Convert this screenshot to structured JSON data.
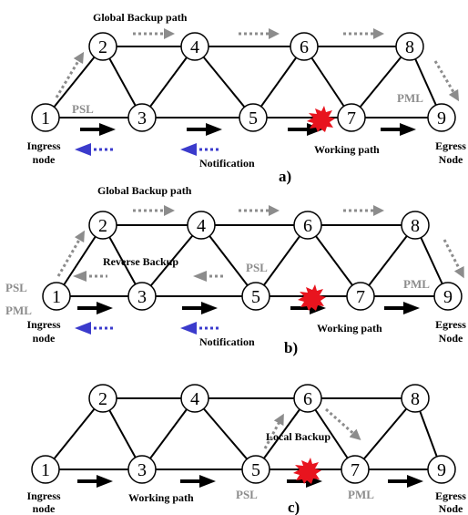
{
  "panels": [
    {
      "id": "a",
      "caption": "a)",
      "nodes": [
        "1",
        "2",
        "3",
        "4",
        "5",
        "6",
        "7",
        "8",
        "9"
      ],
      "labels": {
        "global_backup": "Global Backup path",
        "psl": "PSL",
        "pml": "PML",
        "ingress": [
          "Ingress",
          "node"
        ],
        "notification": "Notification",
        "working": "Working path",
        "egress": [
          "Egress",
          "Node"
        ]
      }
    },
    {
      "id": "b",
      "caption": "b)",
      "nodes": [
        "1",
        "2",
        "3",
        "4",
        "5",
        "6",
        "7",
        "8",
        "9"
      ],
      "labels": {
        "global_backup": "Global Backup path",
        "reverse_backup": "Reverse Backup",
        "psl_left": "PSL",
        "pml_left": "PML",
        "psl": "PSL",
        "pml": "PML",
        "ingress": [
          "Ingress",
          "node"
        ],
        "notification": "Notification",
        "working": "Working path",
        "egress": [
          "Egress",
          "Node"
        ]
      }
    },
    {
      "id": "c",
      "caption": "c)",
      "nodes": [
        "1",
        "2",
        "3",
        "4",
        "5",
        "6",
        "7",
        "8",
        "9"
      ],
      "labels": {
        "local_backup": "Local Backup",
        "psl": "PSL",
        "pml": "PML",
        "ingress": [
          "Ingress",
          "node"
        ],
        "working": "Working path",
        "egress": [
          "Egress",
          "Node"
        ]
      }
    }
  ],
  "colors": {
    "line": "#000000",
    "backup_arrow": "#8c8c8c",
    "notification_arrow": "#3b3bcc",
    "failure_burst": "#e8141e",
    "node_fill": "#ffffff"
  }
}
